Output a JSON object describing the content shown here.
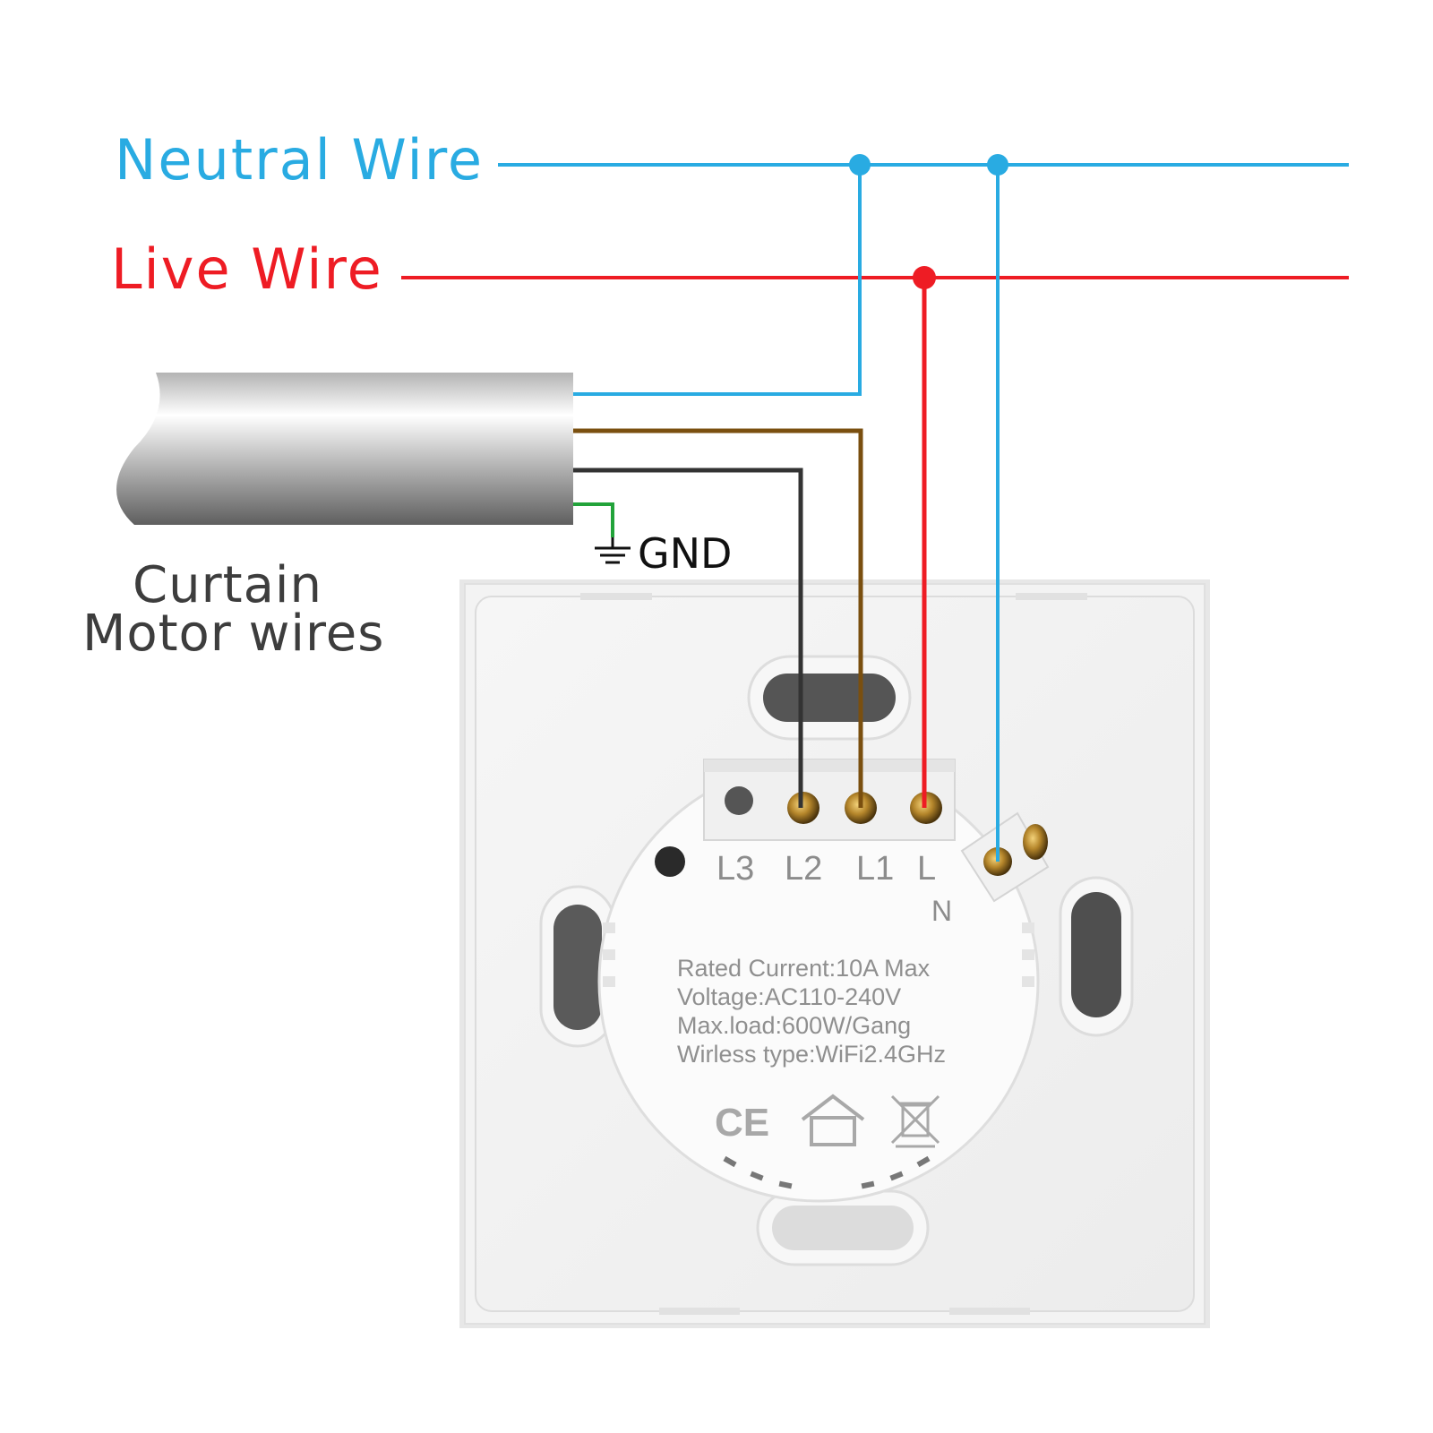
{
  "labels": {
    "neutral": "Neutral Wire",
    "live": "Live Wire",
    "curtain_line1": "Curtain",
    "curtain_line2": "Motor wires",
    "gnd": "GND"
  },
  "terminals": {
    "l3": "L3",
    "l2": "L2",
    "l1": "L1",
    "l": "L",
    "n": "N"
  },
  "specs": {
    "rated_current": "Rated Current:10A Max",
    "voltage": "Voltage:AC110-240V",
    "max_load": "Max.load:600W/Gang",
    "wireless": "Wirless type:WiFi2.4GHz"
  },
  "certifications": {
    "ce": "CE"
  },
  "icons": [
    "ground-icon",
    "ce-mark-icon",
    "indoor-use-house-icon",
    "weee-bin-icon"
  ],
  "colors": {
    "neutral_wire": "#29abe2",
    "live_wire": "#ee1c24",
    "brown_wire": "#7a4f0f",
    "black_wire": "#333333",
    "ground_wire": "#22a33a",
    "neutral_label": "#29abe2",
    "live_label": "#ee1c24"
  }
}
